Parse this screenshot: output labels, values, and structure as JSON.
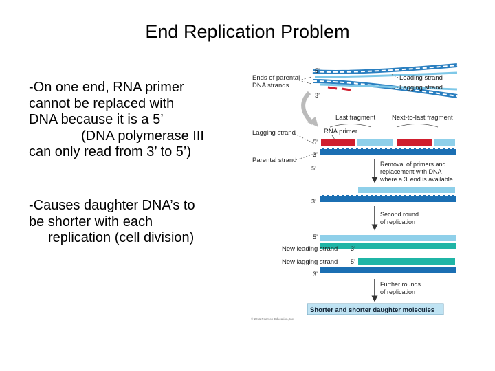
{
  "title": "End Replication Problem",
  "bullets": [
    {
      "lines": [
        "-On one end,  RNA primer",
        "cannot be replaced with",
        "DNA  because it is a 5’",
        "(DNA polymerase III",
        "can only read from 3’ to 5’)"
      ]
    },
    {
      "lines": [
        "-Causes daughter DNA’s to",
        "be shorter with each",
        "replication (cell division)"
      ]
    }
  ],
  "figure": {
    "ends_label": [
      "Ends of parental",
      "DNA strands"
    ],
    "leading_strand": "Leading strand",
    "lagging_strand_top": "Lagging strand",
    "last_fragment": "Last fragment",
    "next_to_last_fragment": "Next-to-last fragment",
    "rna_primer": "RNA primer",
    "lagging_strand": "Lagging strand",
    "parental_strand": "Parental strand",
    "step1": [
      "Removal of primers and",
      "replacement with DNA",
      "where a 3’ end is available"
    ],
    "step2": [
      "Second round",
      "of replication"
    ],
    "new_leading_strand": "New leading strand",
    "new_lagging_strand": "New lagging strand",
    "step3": [
      "Further rounds",
      "of replication"
    ],
    "final_box": "Shorter and shorter daughter molecules",
    "copyright": "© 2011 Pearson Education, Inc.",
    "end5": "5’",
    "end3": "3’"
  }
}
